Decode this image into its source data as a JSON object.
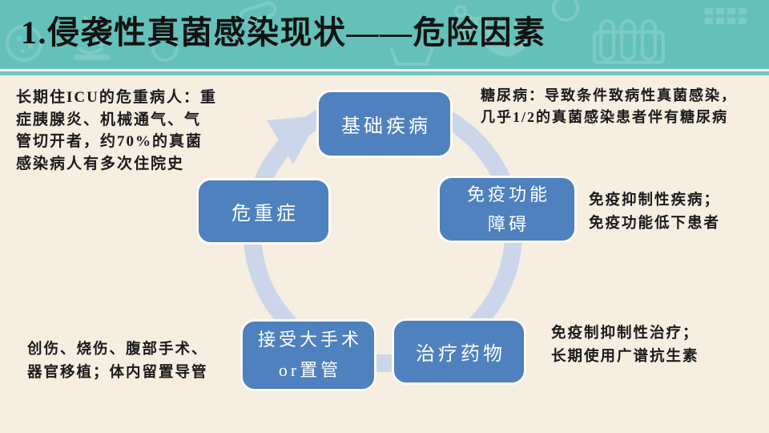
{
  "slide": {
    "title": "1.侵袭性真菌感染现状——危险因素"
  },
  "colors": {
    "header_teal": "#64C1BA",
    "header_pattern_teal": "#85CFC8",
    "divider_light": "#F8F4E9",
    "divider_teal": "#6EC6BF",
    "body_cream": "#F5EEE1",
    "node_blue": "#4E81BD",
    "node_border": "#FCFBF6",
    "ring_blue": "#CBD6EA",
    "text_dark": "#1B1B1B",
    "node_text": "#FFFFFF"
  },
  "diagram": {
    "flow": "clockwise",
    "nodes": {
      "top": {
        "label": "基础疾病"
      },
      "right": {
        "lines": [
          "免疫功能",
          "障碍"
        ]
      },
      "bottom_right": {
        "label": "治疗药物"
      },
      "bottom_left": {
        "lines": [
          "接受大手术",
          "or置管"
        ]
      },
      "left": {
        "label": "危重症"
      }
    }
  },
  "annotations": {
    "icu": {
      "lines": [
        "长期住ICU的危重病人：重",
        "症胰腺炎、机械通气、气",
        "管切开者，约70%的真菌",
        "感染病人有多次住院史"
      ]
    },
    "diabetes": {
      "lines": [
        "糖尿病：导致条件致病性真菌感染，",
        "几乎1/2的真菌感染患者伴有糖尿病"
      ]
    },
    "immune": {
      "lines": [
        "免疫抑制性疾病；",
        "免疫功能低下患者"
      ]
    },
    "therapy": {
      "lines": [
        "免疫制抑制性治疗；",
        "长期使用广谱抗生素"
      ]
    },
    "surgery": {
      "lines": [
        "创伤、烧伤、腹部手术、",
        "器官移植；体内留置导管"
      ]
    }
  }
}
